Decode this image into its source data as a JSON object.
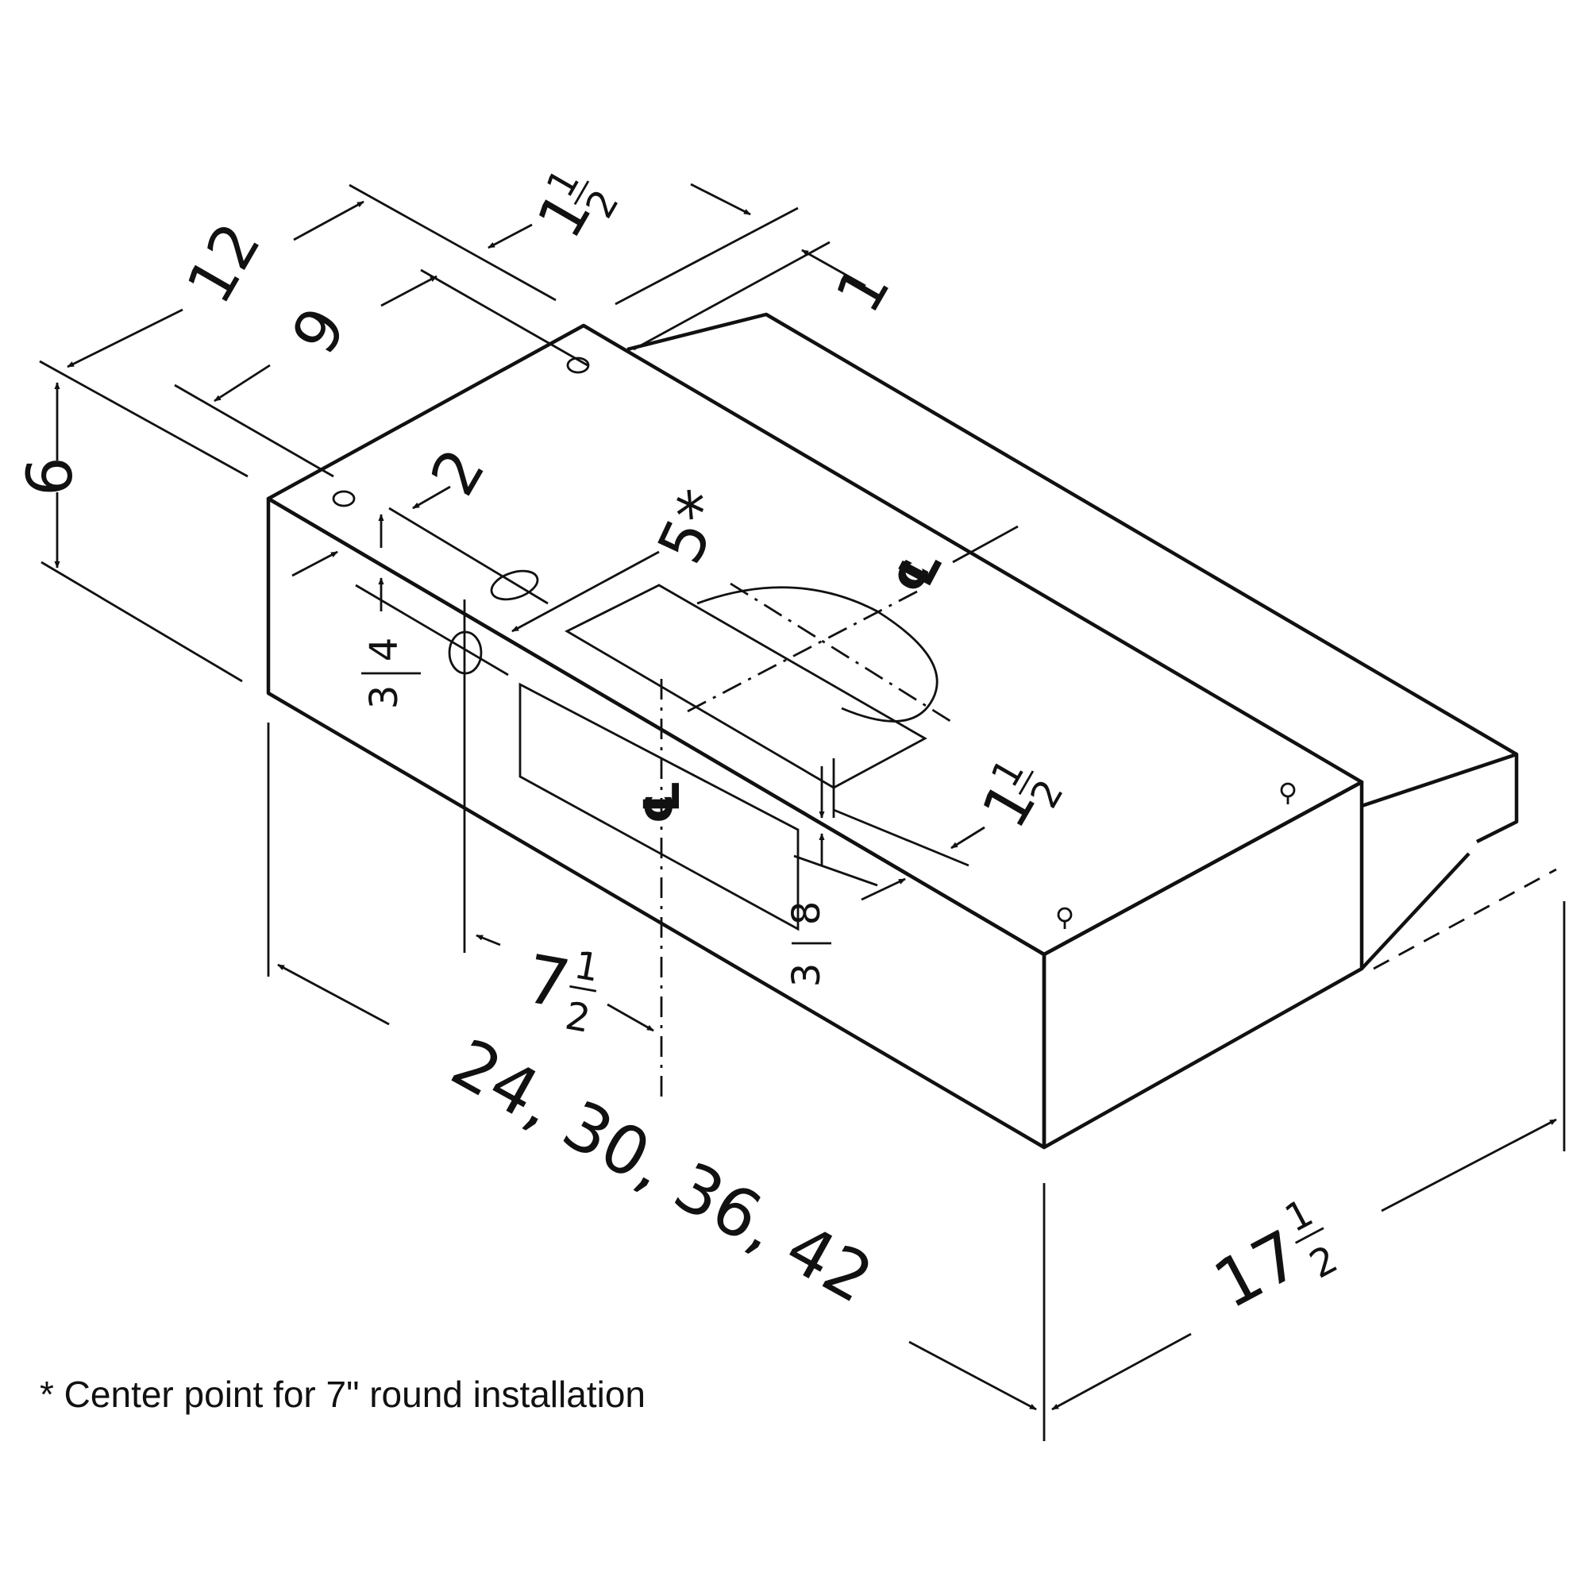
{
  "diagram": {
    "dimensions": {
      "overall_height": "6",
      "depth_outer": "12",
      "depth_inner": "9",
      "top_offset": {
        "whole": "1",
        "num": "1",
        "den": "2"
      },
      "back_offset": "1",
      "side_offset": "2",
      "hole_drop": {
        "num": "3",
        "den": "4"
      },
      "duct_center": "5*",
      "slot_offset": {
        "whole": "1",
        "num": "1",
        "den": "2"
      },
      "slot_height": {
        "num": "3",
        "den": "8"
      },
      "centerline_from_end": {
        "whole": "7",
        "num": "1",
        "den": "2"
      },
      "widths": "24, 30, 36, 42",
      "overall_depth": {
        "whole": "17",
        "num": "1",
        "den": "2"
      }
    },
    "centerline_symbol": "℄"
  },
  "footnote": "* Center point for 7\" round installation"
}
